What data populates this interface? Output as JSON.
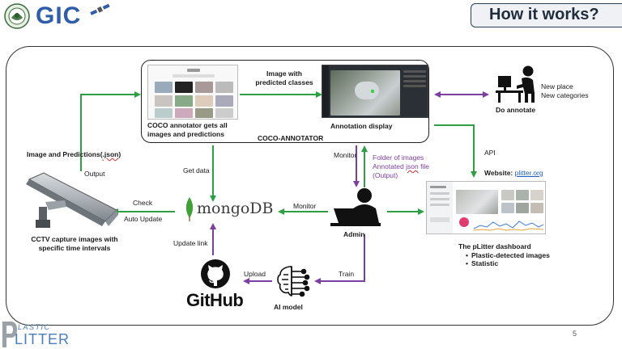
{
  "header": {
    "logo_text": "GIC",
    "title": "How it works?"
  },
  "footer": {
    "logo_line1": "LASTIC",
    "logo_line2": "LITTER",
    "page_number": "5"
  },
  "colors": {
    "green_arrow": "#2ea043",
    "purple_arrow": "#7b3fa0",
    "title_bg": "#eff1f4",
    "link_blue": "#1f5fbf"
  },
  "nodes": {
    "coco_annotator": "COCO annotator gets all images and predictions",
    "coco_group": "COCO-ANNOTATOR",
    "annotation_display": "Annotation display",
    "image_with_predicted": "Image with predicted classes",
    "do_annotate": "Do annotate",
    "new_place": "New place",
    "new_categories": "New categories",
    "image_predictions_prefix": "Image and Predictions(",
    "image_predictions_json": ".json",
    "image_predictions_suffix": ")",
    "output": "Output",
    "cctv": "CCTV capture images with specific time intervals",
    "check": "Check",
    "auto_update": "Auto Update",
    "get_data": "Get data",
    "mongodb": "mongoDB",
    "monitor_mongo": "Monitor",
    "monitor_admin": "Monitor",
    "folder_line1": "Folder of images",
    "folder_line2_prefix": "Annotated ",
    "folder_line2_json": "json",
    "folder_line2_suffix": " file",
    "folder_line3": "(Output)",
    "admin": "Admin",
    "api": "API",
    "website_label": "Website:",
    "website_link": "plitter.org",
    "dashboard_title": "The pLitter dashboard",
    "dashboard_items": [
      "Plastic-detected images",
      "Statistic"
    ],
    "train": "Train",
    "ai_model": "AI model",
    "update_link": "Update link",
    "upload": "Upload",
    "github": "GitHub"
  }
}
